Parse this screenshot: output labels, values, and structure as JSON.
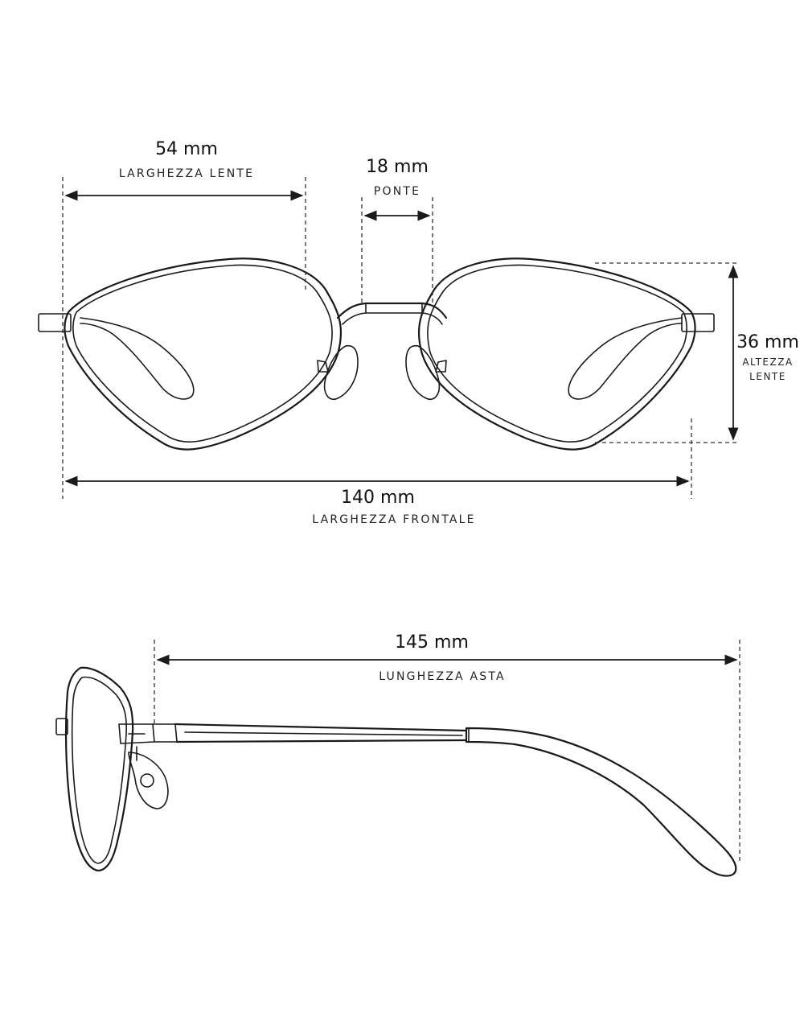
{
  "measurements": {
    "lens_width": {
      "value": "54 mm",
      "label": "LARGHEZZA LENTE"
    },
    "bridge": {
      "value": "18 mm",
      "label": "PONTE"
    },
    "lens_height": {
      "value": "36 mm",
      "label_line1": "ALTEZZA",
      "label_line2": "LENTE"
    },
    "frame_width": {
      "value": "140 mm",
      "label": "LARGHEZZA FRONTALE"
    },
    "temple_length": {
      "value": "145 mm",
      "label": "LUNGHEZZA ASTA"
    }
  },
  "colors": {
    "line": "#1a1a1a",
    "background": "#ffffff"
  }
}
